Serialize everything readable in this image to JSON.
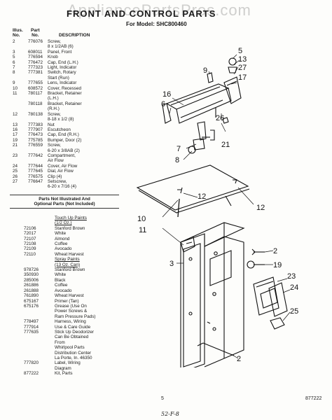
{
  "watermark": "AppliancePartsPros.com",
  "title": "FRONT AND CONTROL PARTS",
  "model": "For Model: SHC800460",
  "headers": {
    "illus": "Illus.\nNo.",
    "part": "Part\nNo.",
    "desc": "DESCRIPTION"
  },
  "parts": [
    {
      "illus": "2",
      "part": "776076",
      "desc": "Screw,"
    },
    {
      "illus": "",
      "part": "",
      "desc": "8 x 1/2AB (6)"
    },
    {
      "illus": "3",
      "part": "608011",
      "desc": "Panel, Front"
    },
    {
      "illus": "5",
      "part": "776594",
      "desc": "Knob"
    },
    {
      "illus": "6",
      "part": "776472",
      "desc": "Cap, End (L.H.)"
    },
    {
      "illus": "7",
      "part": "777323",
      "desc": "Light, Indicator"
    },
    {
      "illus": "8",
      "part": "777381",
      "desc": "Switch, Rotary"
    },
    {
      "illus": "",
      "part": "",
      "desc": "Start (Run)"
    },
    {
      "illus": "9",
      "part": "777655",
      "desc": "Lens, Indicator"
    },
    {
      "illus": "10",
      "part": "608572",
      "desc": "Cover, Recessed"
    },
    {
      "illus": "11",
      "part": "780117",
      "desc": "Bracket, Retainer"
    },
    {
      "illus": "",
      "part": "",
      "desc": "(L.H.)"
    },
    {
      "illus": "",
      "part": "780118",
      "desc": "Bracket, Retainer"
    },
    {
      "illus": "",
      "part": "",
      "desc": "(R.H.)"
    },
    {
      "illus": "12",
      "part": "780138",
      "desc": "Screw,"
    },
    {
      "illus": "",
      "part": "",
      "desc": "8-18 x 1/2 (8)"
    },
    {
      "illus": "13",
      "part": "777383",
      "desc": "Nut"
    },
    {
      "illus": "16",
      "part": "777907",
      "desc": "Escutcheon"
    },
    {
      "illus": "17",
      "part": "776473",
      "desc": "Cap, End (R.H.)"
    },
    {
      "illus": "19",
      "part": "775785",
      "desc": "Bumper, Door (2)"
    },
    {
      "illus": "21",
      "part": "776559",
      "desc": "Screw,"
    },
    {
      "illus": "",
      "part": "",
      "desc": "6-20 x 3/8AB (2)"
    },
    {
      "illus": "23",
      "part": "777642",
      "desc": "Compartment,"
    },
    {
      "illus": "",
      "part": "",
      "desc": "Air Flow"
    },
    {
      "illus": "24",
      "part": "777644",
      "desc": "Cover, Air Flow"
    },
    {
      "illus": "25",
      "part": "777645",
      "desc": "Dial, Air Flow"
    },
    {
      "illus": "26",
      "part": "776575",
      "desc": "Clip (4)"
    },
    {
      "illus": "27",
      "part": "776647",
      "desc": "Setscrew,"
    },
    {
      "illus": "",
      "part": "",
      "desc": "6-20 x 7/16 (4)"
    }
  ],
  "notes_title_1": "Parts Not Illustrated And",
  "notes_title_2": "Optional Parts (Not Included)",
  "touchup_head": "Touch Up Paints",
  "touchup_size": "(1/2 Oz.)",
  "supplies_1": [
    {
      "part": "72106",
      "desc": "Stanford Brown"
    },
    {
      "part": "72017",
      "desc": "White"
    },
    {
      "part": "72107",
      "desc": "Almond"
    },
    {
      "part": "72108",
      "desc": "Coffee"
    },
    {
      "part": "72109",
      "desc": "Avocado"
    },
    {
      "part": "72110",
      "desc": "Wheat Harvest"
    }
  ],
  "spray_head": "Spray Paints",
  "spray_size": "(13 Oz. Can)",
  "supplies_2": [
    {
      "part": "978726",
      "desc": "Stanford Brown"
    },
    {
      "part": "350930",
      "desc": "White"
    },
    {
      "part": "285006",
      "desc": "Black"
    },
    {
      "part": "261886",
      "desc": "Coffee"
    },
    {
      "part": "261888",
      "desc": "Avocado"
    },
    {
      "part": "761890",
      "desc": "Wheat Harvest"
    },
    {
      "part": "675167",
      "desc": "Primer (Tan)"
    },
    {
      "part": "675176",
      "desc": "Grease (Use On"
    },
    {
      "part": "",
      "desc": "Power Screws &"
    },
    {
      "part": "",
      "desc": "Ram Pressure Pads)"
    },
    {
      "part": "778497",
      "desc": "Harness, Wiring"
    },
    {
      "part": "777914",
      "desc": "Use & Care Guide"
    },
    {
      "part": "777635",
      "desc": "Stick Up Deodorizer"
    },
    {
      "part": "",
      "desc": "Can Be Obtained"
    },
    {
      "part": "",
      "desc": "From"
    },
    {
      "part": "",
      "desc": "Whirlpool Parts"
    },
    {
      "part": "",
      "desc": "Distribution Center"
    },
    {
      "part": "",
      "desc": "La Porte, In. 46350"
    },
    {
      "part": "777820",
      "desc": "Label, Wiring"
    },
    {
      "part": "",
      "desc": "Diagram"
    },
    {
      "part": "877222",
      "desc": "Kit, Parts"
    }
  ],
  "page_number": "5",
  "doc_number": "877222",
  "handwritten": "52-F-8",
  "callouts": {
    "c5": "5",
    "c13": "13",
    "c27": "27",
    "c17": "17",
    "c9": "9",
    "c16": "16",
    "c6": "6",
    "c26": "26",
    "c21": "21",
    "c7": "7",
    "c8": "8",
    "c12a": "12",
    "c12b": "12",
    "c10": "10",
    "c11": "11",
    "c3": "3",
    "c2a": "2",
    "c19": "19",
    "c23": "23",
    "c24": "24",
    "c25": "25",
    "c2b": "2"
  }
}
